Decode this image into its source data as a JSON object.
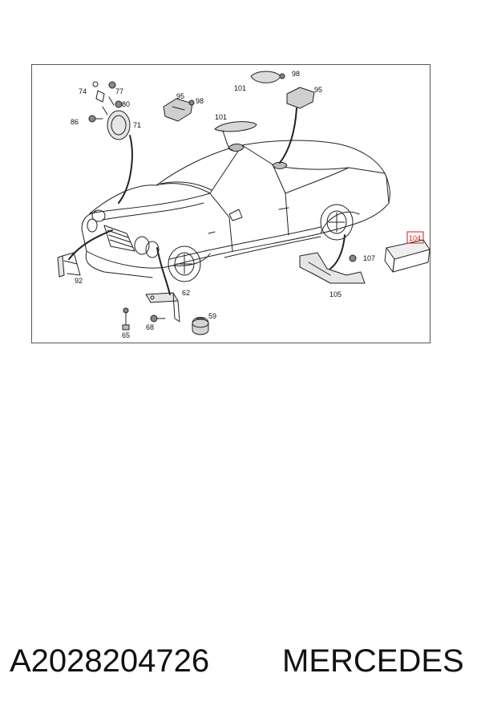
{
  "diagram": {
    "callouts": [
      {
        "id": "74",
        "text": "74"
      },
      {
        "id": "77",
        "text": "77"
      },
      {
        "id": "80",
        "text": "80"
      },
      {
        "id": "86",
        "text": "86"
      },
      {
        "id": "71",
        "text": "71"
      },
      {
        "id": "95a",
        "text": "95"
      },
      {
        "id": "98a",
        "text": "98"
      },
      {
        "id": "101a",
        "text": "101"
      },
      {
        "id": "101b",
        "text": "101"
      },
      {
        "id": "98b",
        "text": "98"
      },
      {
        "id": "95b",
        "text": "95"
      },
      {
        "id": "104",
        "text": "104",
        "highlighted": true
      },
      {
        "id": "107",
        "text": "107"
      },
      {
        "id": "105",
        "text": "105"
      },
      {
        "id": "92",
        "text": "92"
      },
      {
        "id": "62",
        "text": "62"
      },
      {
        "id": "59",
        "text": "59"
      },
      {
        "id": "68",
        "text": "68"
      },
      {
        "id": "65",
        "text": "65"
      }
    ],
    "highlight_color": "#d01818",
    "line_color": "#222222"
  },
  "footer": {
    "part_number": "A2028204726",
    "brand": "MERCEDES"
  }
}
